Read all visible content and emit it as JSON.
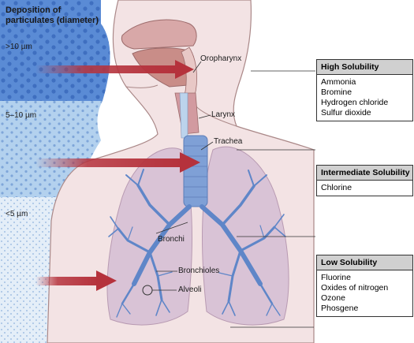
{
  "deposition": {
    "title_line1": "Deposition of",
    "title_line2": "particulates (diameter)",
    "zones": [
      ">10 µm",
      "5–10 µm",
      "<5 µm"
    ]
  },
  "anatomy_labels": {
    "oropharynx": "Oropharynx",
    "larynx": "Larynx",
    "trachea": "Trachea",
    "bronchi": "Bronchi",
    "bronchioles": "Bronchioles",
    "alveoli": "Alveoli"
  },
  "solubility_boxes": [
    {
      "title": "High Solubility",
      "items": [
        "Ammonia",
        "Bromine",
        "Hydrogen chloride",
        "Sulfur dioxide"
      ]
    },
    {
      "title": "Intermediate Solubility",
      "items": [
        "Chlorine"
      ]
    },
    {
      "title": "Low Solubility",
      "items": [
        "Fluorine",
        "Oxides of nitrogen",
        "Ozone",
        "Phosgene"
      ]
    }
  ],
  "colors": {
    "zone_top": "#4a7fcf",
    "zone_mid": "#a9ccec",
    "zone_low": "#dbe8f6",
    "body_skin": "#f2dfe0",
    "lung": "#d8bed2",
    "airway": "#7fa0d6",
    "arrow": "#b5323c",
    "box_header": "#d0d0d0"
  }
}
